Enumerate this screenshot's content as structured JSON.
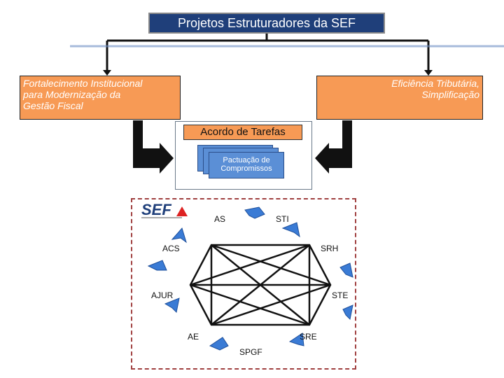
{
  "title": "Projetos Estruturadores da SEF",
  "left_box": [
    "Fortalecimento Institucional",
    "para Modernização da",
    "Gestão Fiscal"
  ],
  "right_box": [
    "Eficiência Tributária,",
    "Simplificação"
  ],
  "acordo": {
    "title": "Acordo de Tarefas",
    "card": [
      "Pactuação de",
      "Compromissos"
    ]
  },
  "logo": {
    "text": "SEF"
  },
  "nodes": {
    "as": "AS",
    "sti": "STI",
    "acs": "ACS",
    "srh": "SRH",
    "ajur": "AJUR",
    "ste": "STE",
    "ae": "AE",
    "sre": "SRE",
    "spgf": "SPGF"
  },
  "colors": {
    "title_bg": "#1f3f7a",
    "orange": "#f79a55",
    "blue": "#5b8fd6",
    "dashed": "#a04040"
  }
}
